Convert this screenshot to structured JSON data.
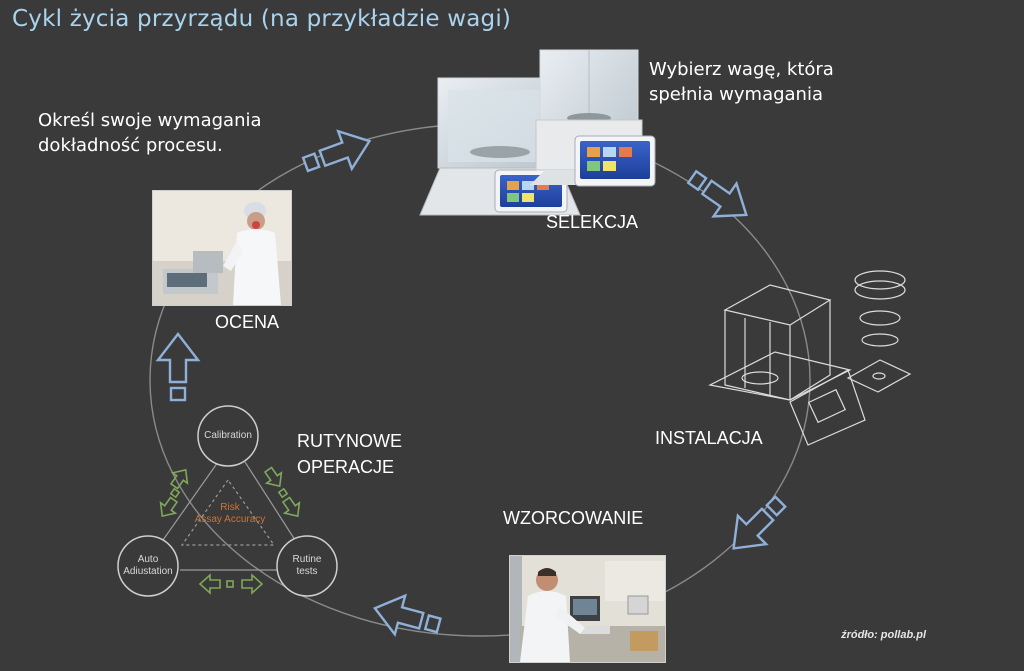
{
  "title": "Cykl życia przyrządu (na przykładzie wagi)",
  "notes": {
    "requirements": [
      "Określ swoje wymagania",
      "dokładność procesu."
    ],
    "select_scale": [
      "Wybierz wagę, która",
      "spełnia wymagania"
    ]
  },
  "stages": {
    "selection": "SELEKCJA",
    "installation": "INSTALACJA",
    "calibration": "WZORCOWANIE",
    "routine": [
      "RUTYNOWE",
      "OPERACJE"
    ],
    "evaluation": "OCENA"
  },
  "routine_cycle": {
    "calibration": "Calibration",
    "auto_adjustment": [
      "Auto",
      "Adiustation"
    ],
    "routine_tests": [
      "Rutine",
      "tests"
    ],
    "center": [
      "Risk",
      "Assay Accuracy"
    ]
  },
  "source": "źródło: pollab.pl",
  "colors": {
    "background": "#3a3a3a",
    "title": "#a9d3ee",
    "arrow_outline": "#8fb0d8",
    "small_arrow": "#7fa85a",
    "risk_text": "#d2732e"
  }
}
